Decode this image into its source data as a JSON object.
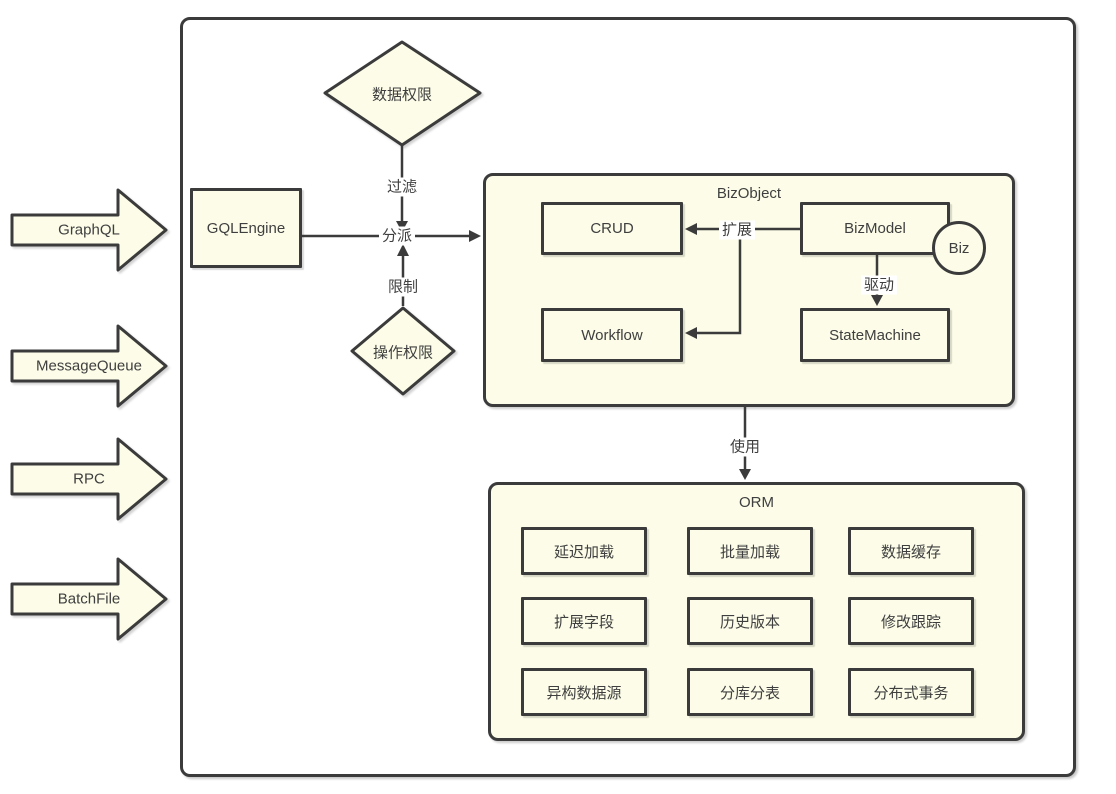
{
  "colors": {
    "shape_fill": "#FCFCE8",
    "stroke": "#3B3B3B",
    "text": "#3F3F3F"
  },
  "inputs": {
    "arrows": [
      {
        "label": "GraphQL"
      },
      {
        "label": "MessageQueue"
      },
      {
        "label": "RPC"
      },
      {
        "label": "BatchFile"
      }
    ]
  },
  "engine": {
    "label": "GQLEngine"
  },
  "gates": {
    "data_permission": "数据权限",
    "operation_permission": "操作权限"
  },
  "edges": {
    "filter": "过滤",
    "dispatch": "分派",
    "restrict": "限制",
    "extend": "扩展",
    "drive": "驱动",
    "use": "使用"
  },
  "biz_object": {
    "title": "BizObject",
    "crud": "CRUD",
    "workflow": "Workflow",
    "biz_model": "BizModel",
    "state_machine": "StateMachine",
    "biz_badge": "Biz"
  },
  "orm": {
    "title": "ORM",
    "features": [
      "延迟加载",
      "批量加载",
      "数据缓存",
      "扩展字段",
      "历史版本",
      "修改跟踪",
      "异构数据源",
      "分库分表",
      "分布式事务"
    ]
  }
}
